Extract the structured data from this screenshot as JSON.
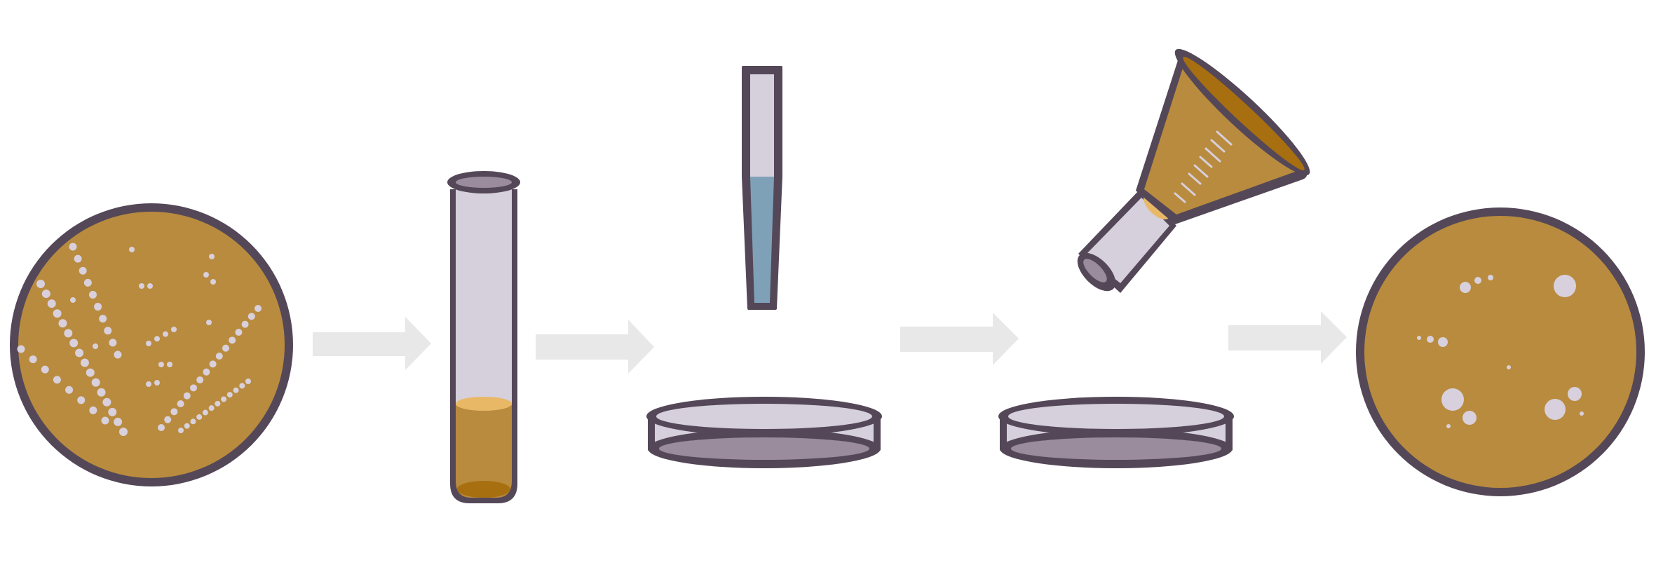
{
  "colors": {
    "outline": "#544858",
    "agar": "#b98b3e",
    "agar_dark": "#a86f10",
    "agar_highlight": "#e8b866",
    "glass": "#d6cfdc",
    "glass_dark": "#9a8c9c",
    "colony": "#d8d0dc",
    "pipette_liquid": "#7fa1b8",
    "arrow": "#e8e8e8",
    "background": "#ffffff"
  },
  "steps": [
    {
      "name": "source-plate",
      "icon": "streaked-petri-dish-icon"
    },
    {
      "name": "broth-tube",
      "icon": "culture-tube-icon"
    },
    {
      "name": "pipette-to-plate",
      "icon": "pipette-and-empty-plate-icon"
    },
    {
      "name": "pour-agar",
      "icon": "pouring-flask-and-plate-icon"
    },
    {
      "name": "result-plate",
      "icon": "colony-petri-dish-icon"
    }
  ],
  "arrows": [
    "step-1-to-2",
    "step-2-to-3",
    "step-3-to-4",
    "step-4-to-5"
  ]
}
